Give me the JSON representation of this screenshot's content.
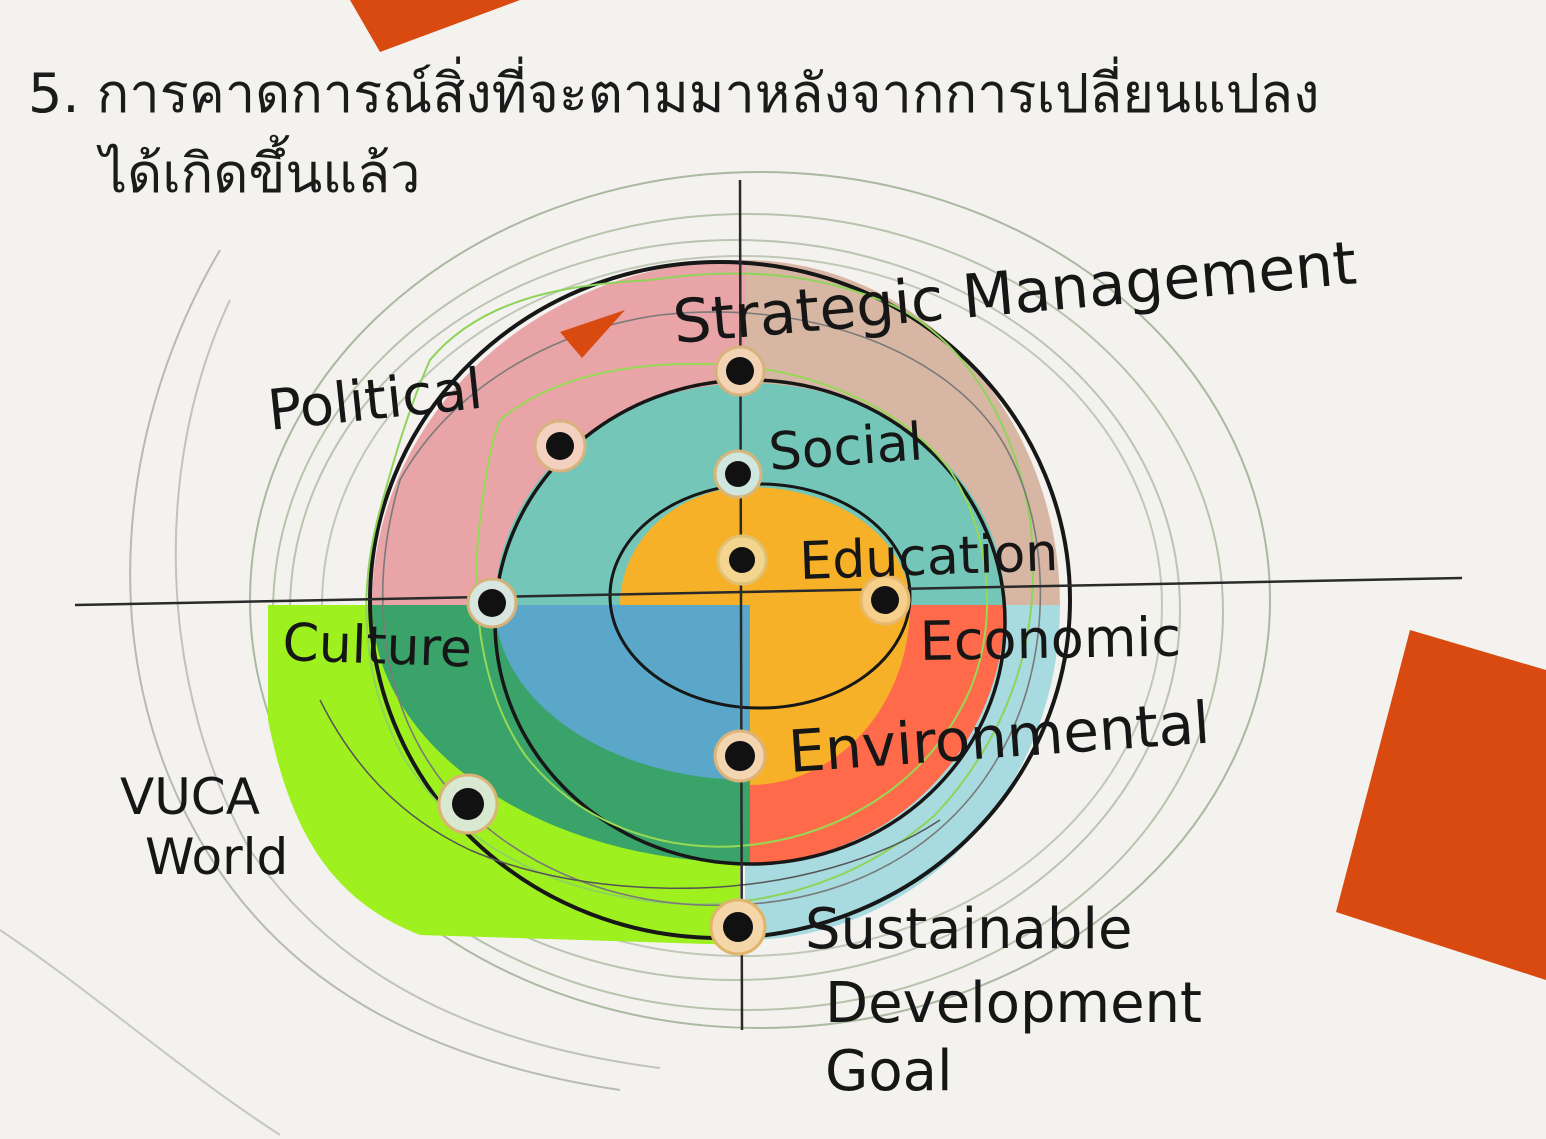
{
  "heading": {
    "line1": "5. การคาดการณ์สิ่งที่จะตามมาหลังจากการเปลี่ยนแปลง",
    "line2": "ได้เกิดขึ้นแล้ว"
  },
  "labels": {
    "strategic_management": "Strategic Management",
    "political": "Political",
    "social": "Social",
    "education": "Education",
    "culture": "Culture",
    "economic": "Economic",
    "environmental": "Environmental",
    "vuca_line1": "VUCA",
    "vuca_line2": "World",
    "sdg_line1": "Sustainable",
    "sdg_line2": "Development",
    "sdg_line3": "Goal"
  },
  "colors": {
    "background": "#f4f2ef",
    "accent_orange": "#d94a10",
    "outer_pink": "#e8a4a6",
    "outer_tan": "#d7b7a3",
    "outer_lime": "#9ef01f",
    "outer_light_teal": "#a7dbe0",
    "mid_teal": "#74c7b8",
    "mid_dark_green": "#3aa36a",
    "mid_blue": "#5aa7c9",
    "mid_coral": "#ff6a4a",
    "core_yellow": "#f6b128",
    "ink": "#151515"
  }
}
